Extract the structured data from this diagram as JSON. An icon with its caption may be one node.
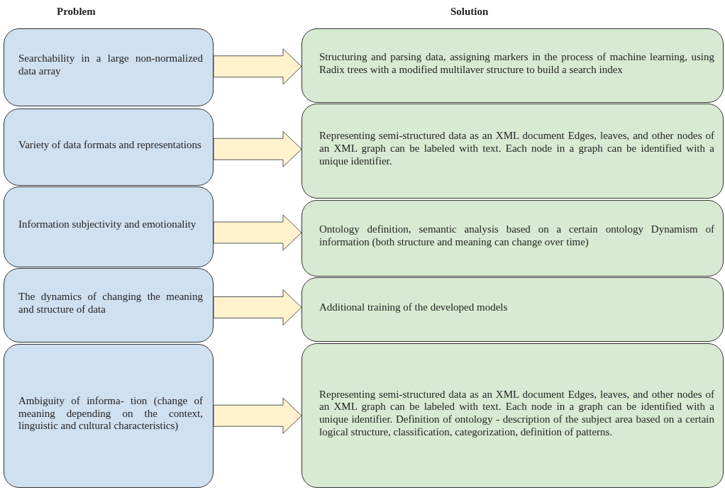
{
  "diagram": {
    "nodes": [
      {
        "text": [
          "Searchability in a large non-normalized data array"
        ]
      },
      {
        "text": [
          "Structuring and parsing data, assigning markers in the process of machine learning, using Radix trees with a modified multilaver structure to build a search index"
        ]
      },
      {
        "text": [
          "Variety of data formats and representations"
        ]
      },
      {
        "text": [
          "Representing semi-structured data as an XML document Edges, leaves, and other nodes of an XML graph can be labeled with text. Each node in a graph can be identified with a unique identifier."
        ]
      },
      {
        "text": [
          "Information subjectivity and emotionality"
        ]
      },
      {
        "text": [
          "Ontology definition, semantic analysis based on a certain ontology Dynamism of information (both structure and meaning can change over time)"
        ]
      },
      {
        "text": [
          "The dynamics of changing the meaning and structure of data"
        ]
      },
      {
        "text": [
          "Additional training of the developed models"
        ]
      },
      {
        "text": [
          "Ambiguity of informa- tion (change of meaning depending on the context, linguistic and cultural characteristics)"
        ]
      },
      {
        "text": [
          "Representing semi-structured data as an XML document Edges, leaves, and other nodes of an XML graph can be labeled with text. Each node in a graph can be identified with a unique identifier. Definition of ontology - description of the subject area based on a certain logical structure, classification, categorization, definition of patterns."
        ]
      }
    ],
    "edges": [
      {
        "from": 0,
        "to": 1,
        "arrow": "to"
      },
      {
        "from": 2,
        "to": 3,
        "arrow": "to"
      },
      {
        "from": 4,
        "to": 5,
        "arrow": "to"
      },
      {
        "from": 6,
        "to": 7,
        "arrow": "to"
      },
      {
        "from": 8,
        "to": 9,
        "arrow": "to"
      }
    ],
    "labels": [
      "Problem",
      "Solution"
    ]
  }
}
